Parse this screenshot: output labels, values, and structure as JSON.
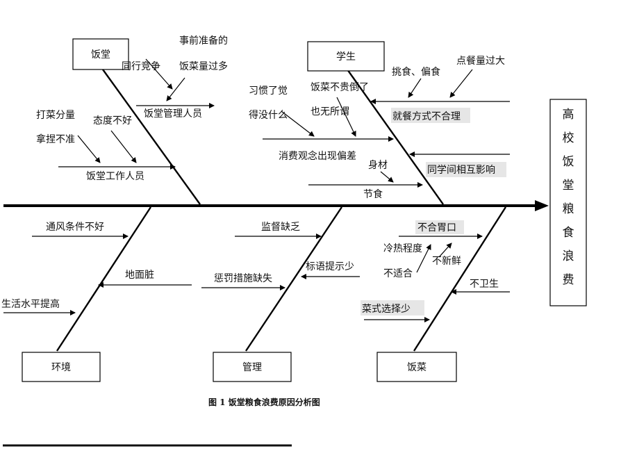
{
  "effect": {
    "title_chars": [
      "高",
      "校",
      "饭",
      "堂",
      "粮",
      "食",
      "浪",
      "费"
    ]
  },
  "categories": {
    "canteen": "饭堂",
    "student": "学生",
    "environment": "环境",
    "management": "管理",
    "dishes": "饭菜"
  },
  "causes": {
    "canteen_shitang": {
      "main": "饭堂管理人员",
      "sub_1": "同行竞争",
      "sub_2_line1": "事前准备的",
      "sub_2_line2": "饭菜量过多"
    },
    "canteen_staff": {
      "main": "饭堂工作人员",
      "sub_1_line1": "打菜分量",
      "sub_1_line2": "拿捏不准",
      "sub_2": "态度不好"
    },
    "student_ordering": {
      "main": "就餐方式不合理",
      "sub_1": "挑食、偏食",
      "sub_2": "点餐量过大"
    },
    "student_attitude": {
      "main": "消费观念出现偏差",
      "sub_1_line1": "习惯了觉",
      "sub_1_line2": "得没什么",
      "sub_2_line1": "饭菜不贵倒了",
      "sub_2_line2": "也无所谓"
    },
    "student_peer": "同学间相互影响",
    "student_body": "身材",
    "student_thrift": "节食",
    "env_ventilation": "通风条件不好",
    "env_floor": "地面脏",
    "env_living": "生活水平提高",
    "mgmt_supervision": "监督缺乏",
    "mgmt_slogan": "标语提示少",
    "mgmt_penalty": "惩罚措施缺失",
    "dish_taste": "不合胃口",
    "dish_temp_line1": "冷热程度",
    "dish_temp_line2": "不适合",
    "dish_fresh": "不新鲜",
    "dish_hygiene": "不卫生",
    "dish_choice": "菜式选择少"
  },
  "caption": {
    "label": "图 1  饭堂粮食浪费原因分析图"
  }
}
